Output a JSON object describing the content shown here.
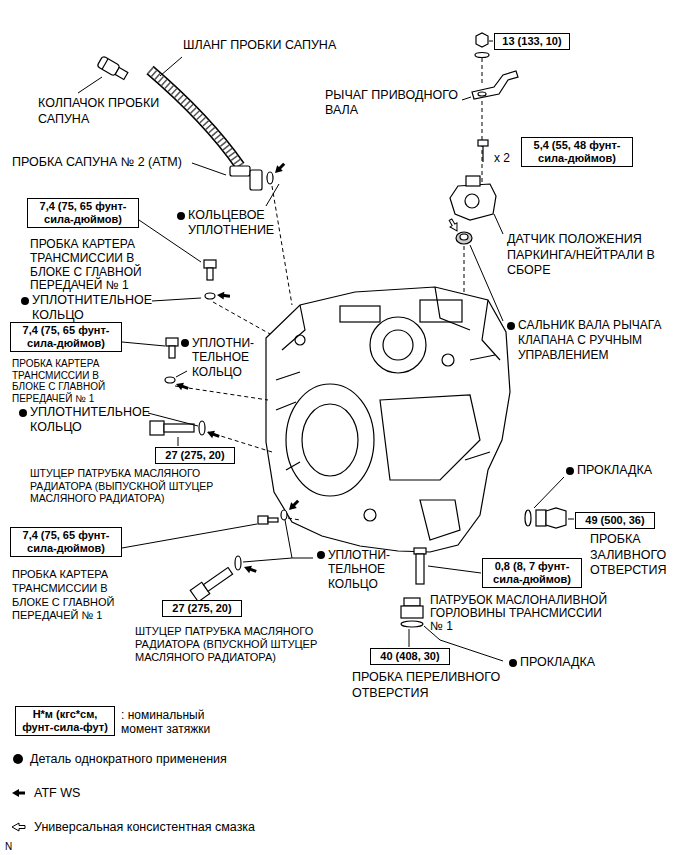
{
  "diagram": {
    "nodes": [
      {
        "text": [
          "13 (133, 10)"
        ]
      },
      {
        "text": [
          "5,4 (55, 48 фунт-сила-дюймов)"
        ]
      },
      {
        "text": [
          "7,4 (75, 65 фунт-сила-дюймов)"
        ]
      },
      {
        "text": [
          "7,4 (75, 65 фунт-сила-дюймов)"
        ]
      },
      {
        "text": [
          "27 (275, 20)"
        ]
      },
      {
        "text": [
          "49 (500, 36)"
        ]
      },
      {
        "text": [
          "7,4 (75, 65 фунт-сила-дюймов)"
        ]
      },
      {
        "text": [
          "0,8 (8, 7 фунт-сила-дюймов)"
        ]
      },
      {
        "text": [
          "27 (275, 20)"
        ]
      },
      {
        "text": [
          "40 (408, 30)"
        ]
      },
      {
        "text": [
          "Н*м (кгс*см, фунт-сила-фут)",
          ": номинальный момент затяжки"
        ]
      }
    ],
    "labels": [
      "ШЛАНГ ПРОБКИ САПУНА",
      "КОЛПАЧОК ПРОБКИ САПУНА",
      "РЫЧАГ ПРИВОДНОГО ВАЛА",
      "x 2",
      "ПРОБКА САПУНА № 2 (ATM)",
      "КОЛЬЦЕВОЕ УПЛОТНЕНИЕ",
      "ПРОБКА КАРТЕРА ТРАНСМИССИИ В БЛОКЕ С ГЛАВНОЙ ПЕРЕДАЧЕЙ № 1",
      "ДАТЧИК ПОЛОЖЕНИЯ ПАРКИНГА/НЕЙТРАЛИ В СБОРЕ",
      "УПЛОТНИТЕЛЬНОЕ КОЛЬЦО",
      "УПЛОТНИ- ТЕЛЬНОЕ КОЛЬЦО",
      "САЛЬНИК ВАЛА РЫЧАГА КЛАПАНА С РУЧНЫМ УПРАВЛЕНИЕМ",
      "ПРОБКА КАРТЕРА ТРАНСМИССИИ В БЛОКЕ С ГЛАВНОЙ ПЕРЕДАЧЕЙ № 1",
      "УПЛОТНИТЕЛЬНОЕ КОЛЬЦО",
      "ШТУЦЕР ПАТРУБКА МАСЛЯНОГО РАДИАТОРА (ВЫПУСКНОЙ ШТУЦЕР МАСЛЯНОГО РАДИАТОРА)",
      "ПРОКЛАДКА",
      "ПРОБКА ЗАЛИВНОГО ОТВЕРСТИЯ",
      "ПРОБКА КАРТЕРА ТРАНСМИССИИ В БЛОКЕ С ГЛАВНОЙ ПЕРЕДАЧЕЙ № 1",
      "УПЛОТНИ- ТЕЛЬНОЕ КОЛЬЦО",
      "ПАТРУБОК МАСЛОНАЛИВНОЙ ГОРЛОВИНЫ ТРАНСМИССИИ № 1",
      "ШТУЦЕР ПАТРУБКА МАСЛЯНОГО РАДИАТОРА (ВПУСКНОЙ ШТУЦЕР МАСЛЯНОГО РАДИАТОРА)",
      "ПРОКЛАДКА",
      "ПРОБКА ПЕРЕЛИВНОГО ОТВЕРСТИЯ",
      "N"
    ],
    "legend": [
      {
        "text": "Деталь однократного применения"
      },
      {
        "text": "ATF WS"
      },
      {
        "text": "Универсальная консистентная смазка"
      }
    ]
  }
}
